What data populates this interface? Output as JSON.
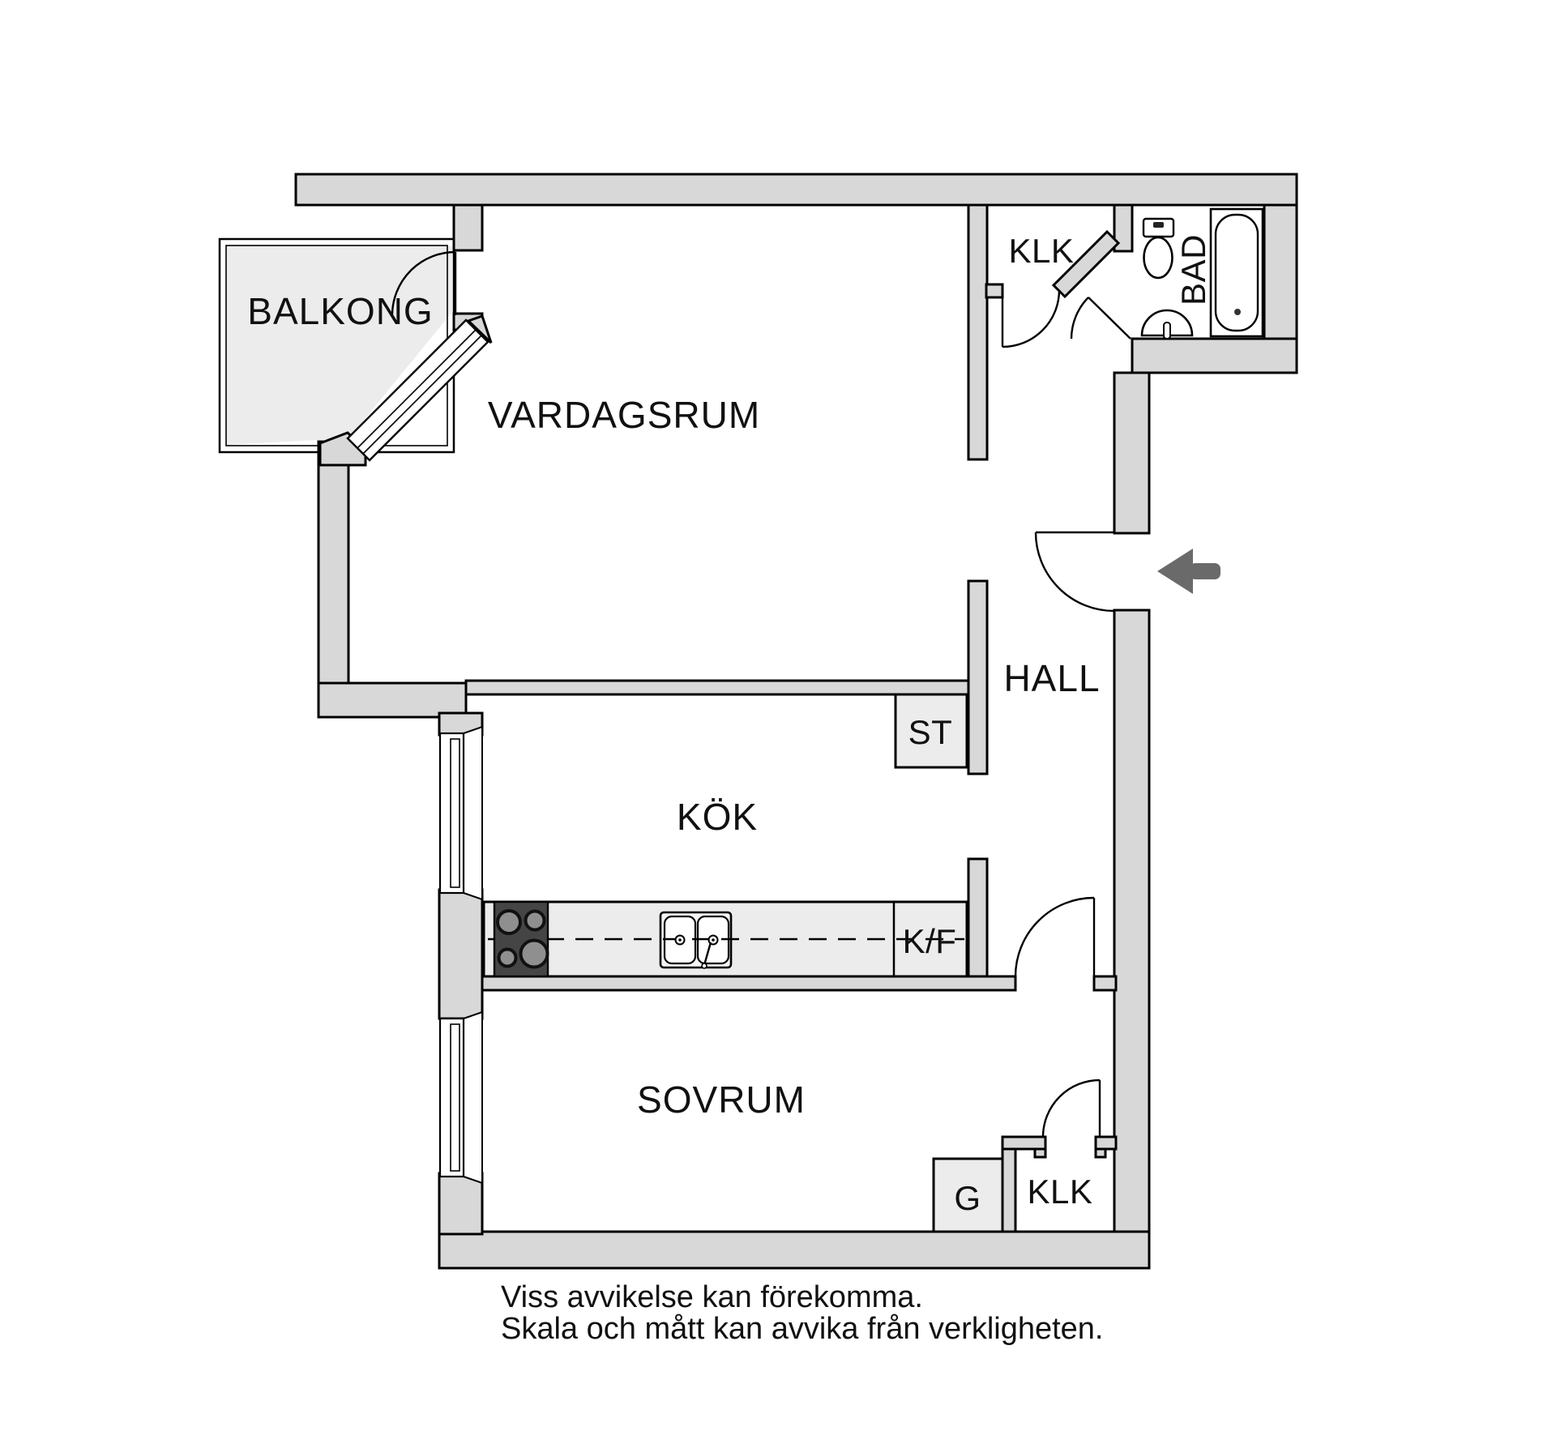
{
  "labels": {
    "balcony": "BALKONG",
    "living_room": "VARDAGSRUM",
    "closet_top": "KLK",
    "bathroom": "BAD",
    "hall": "HALL",
    "storage": "ST",
    "kitchen": "KÖK",
    "fridge_freezer": "K/F",
    "bedroom": "SOVRUM",
    "wardrobe": "G",
    "closet_bottom": "KLK"
  },
  "disclaimer": {
    "line1": "Viss avvikelse kan förekomma.",
    "line2": "Skala och mått kan avvika från verkligheten."
  },
  "colors": {
    "wall": "#d8d8d8",
    "light_floor": "#ececec",
    "stove": "#454545",
    "burner": "#8f8f8f",
    "arrow": "#6a6a6a",
    "outline": "#000000",
    "background": "#ffffff"
  }
}
